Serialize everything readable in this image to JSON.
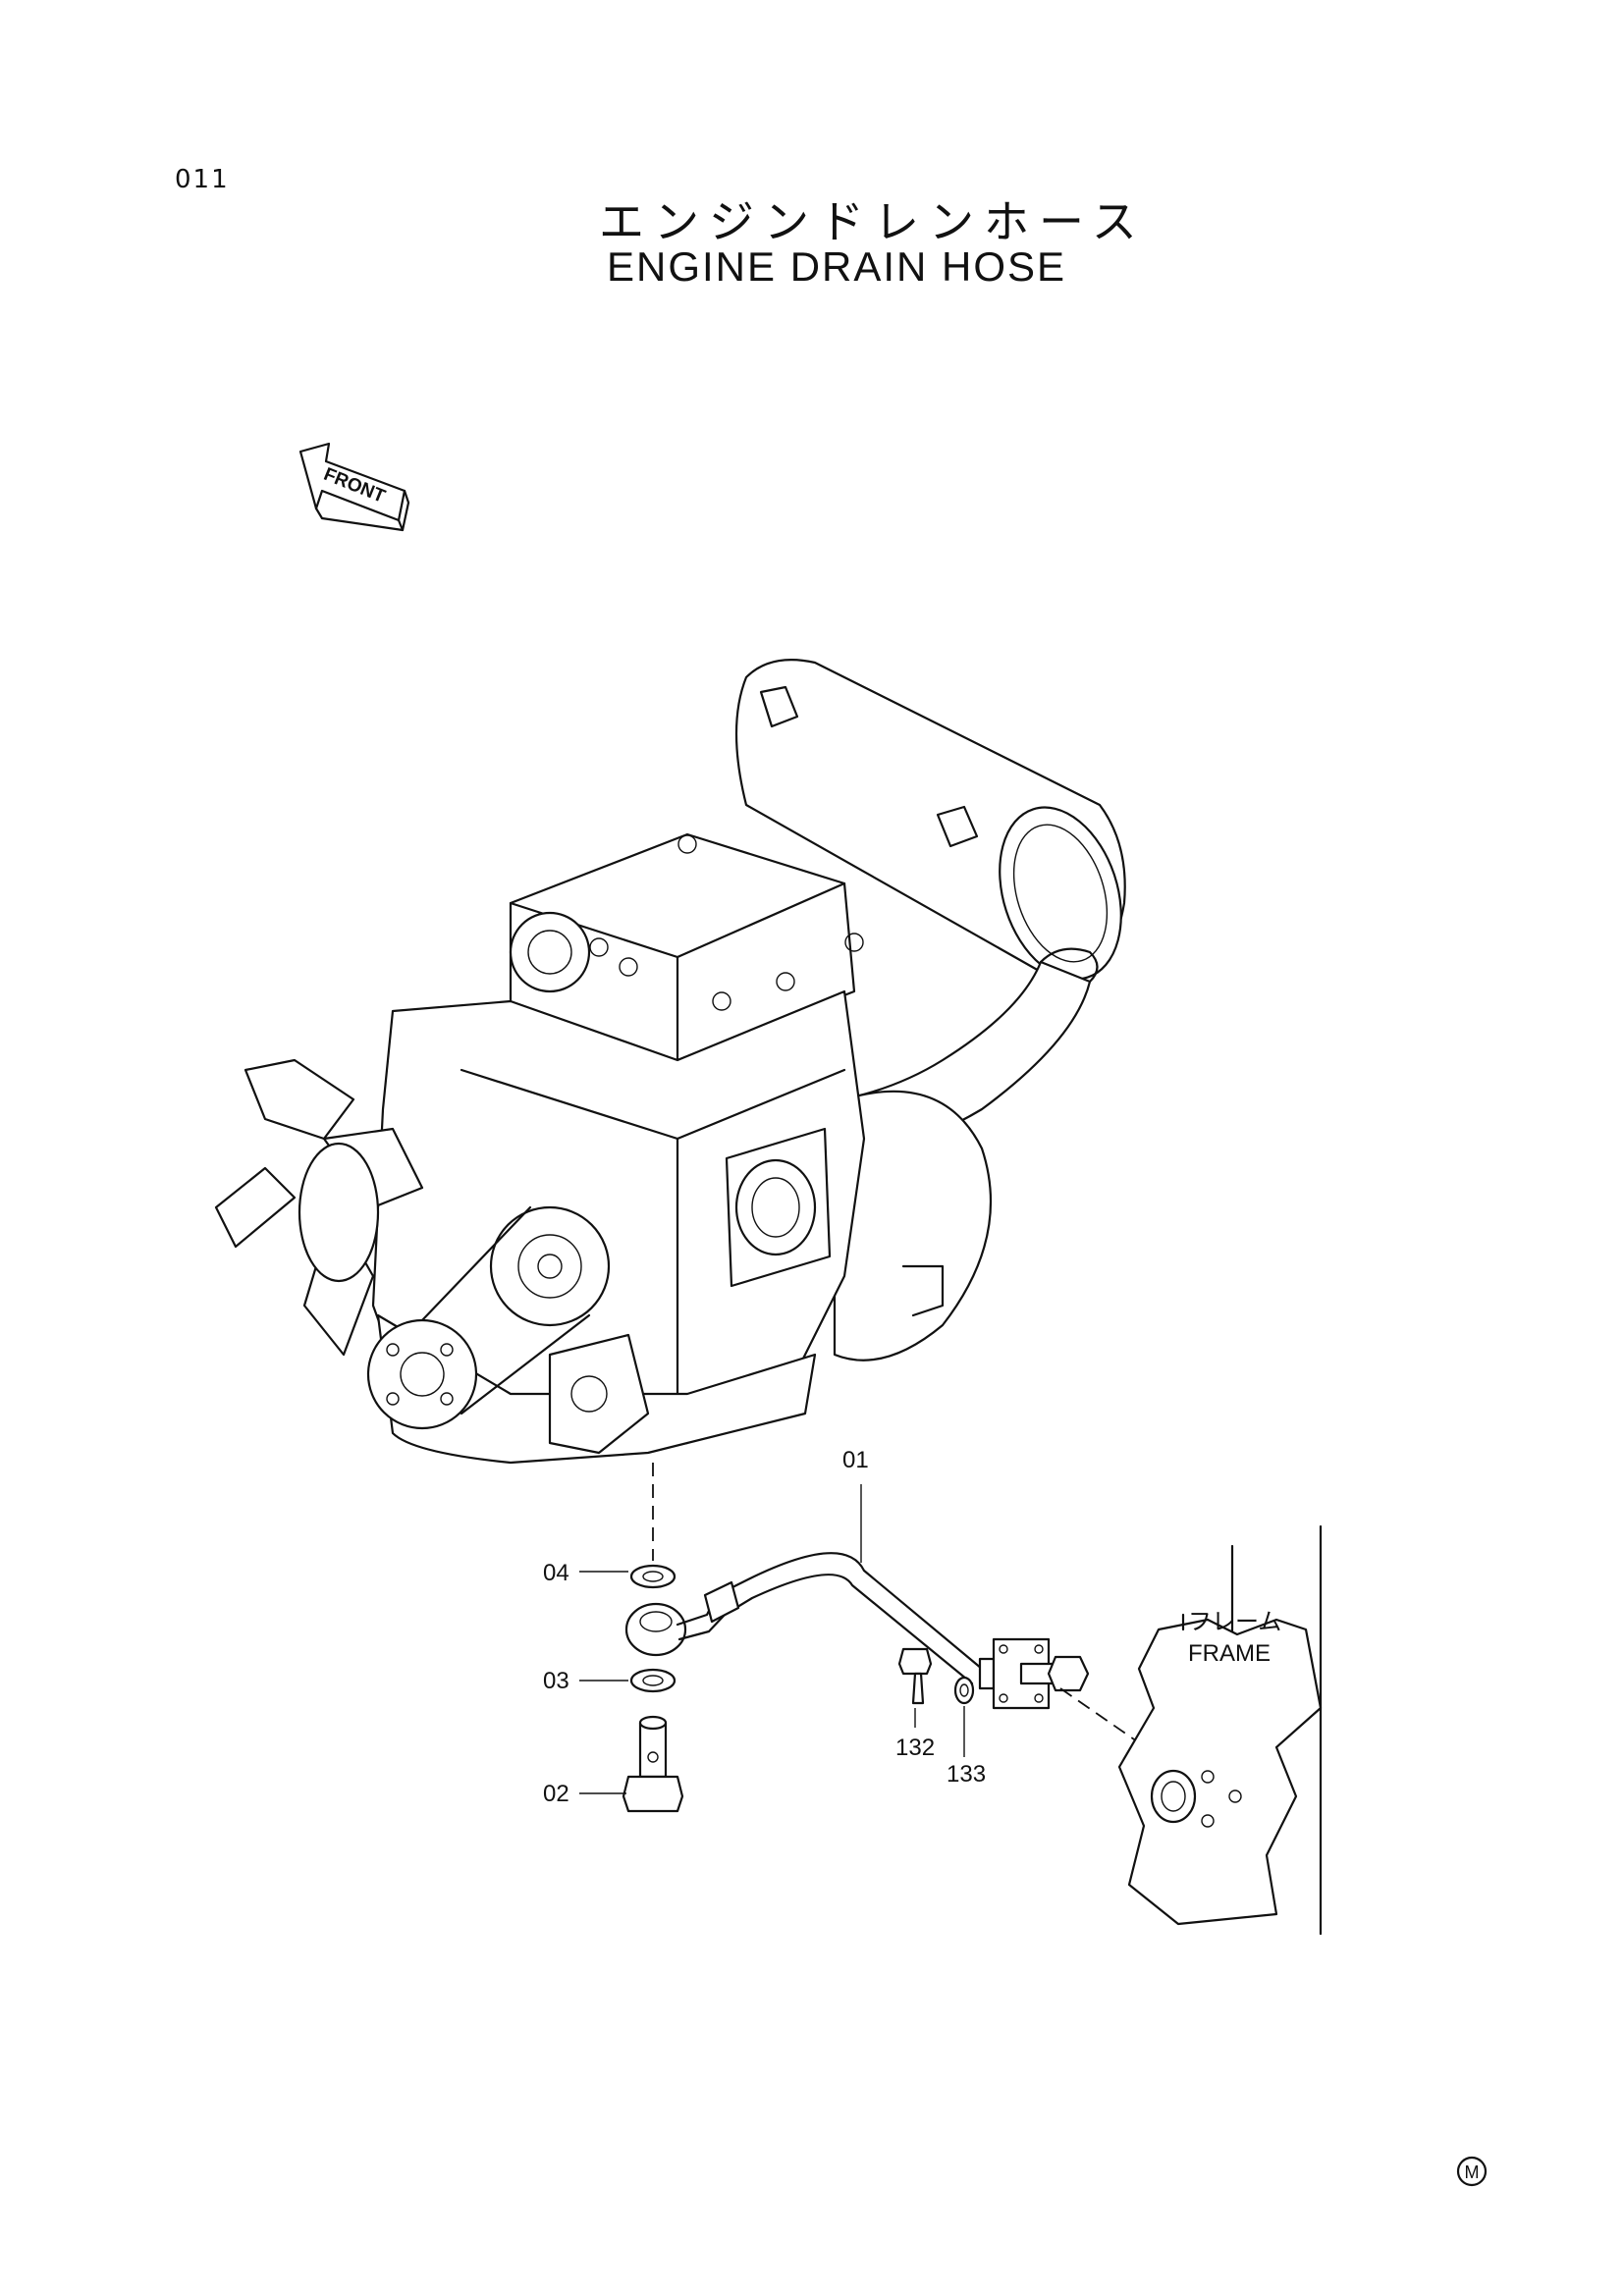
{
  "page": {
    "id": "011",
    "title_jp": "エンジンドレンホース",
    "title_en": "ENGINE DRAIN HOSE",
    "mark": "M"
  },
  "front_arrow": {
    "label": "FRONT"
  },
  "frame": {
    "label_jp": "フレーム",
    "label_en": "FRAME"
  },
  "callouts": [
    {
      "id": "01"
    },
    {
      "id": "02"
    },
    {
      "id": "03"
    },
    {
      "id": "04"
    },
    {
      "id": "132"
    },
    {
      "id": "133"
    }
  ],
  "colors": {
    "ink": "#111111",
    "paper": "#ffffff"
  }
}
